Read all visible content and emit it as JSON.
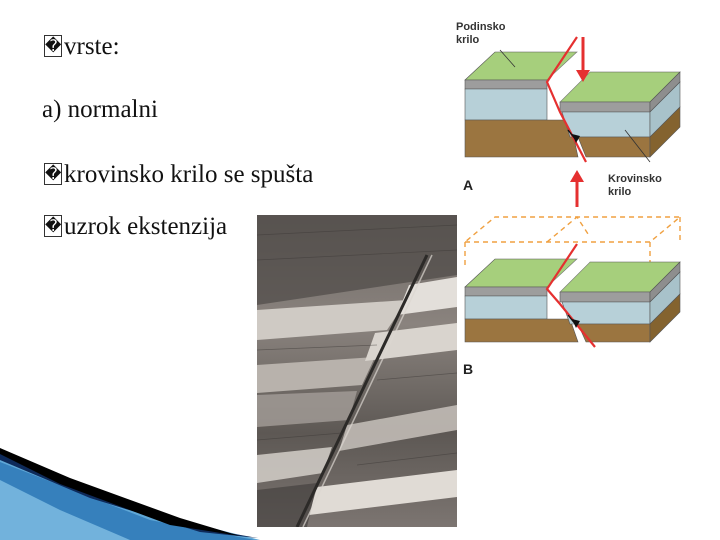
{
  "text": {
    "bullet_glyph": "�",
    "line1": "vrste:",
    "line2": "a) normalni",
    "line3": "krovinsko krilo se spušta",
    "line4": "uzrok ekstenzija"
  },
  "diagram": {
    "label_footwall_1": "Podinsko",
    "label_footwall_2": "krilo",
    "label_hangingwall_1": "Krovinsko",
    "label_hangingwall_2": "krilo",
    "label_a": "A",
    "label_b": "B"
  },
  "colors": {
    "grass": "#a6cf7c",
    "gray_layer": "#9d9d9d",
    "blue_layer": "#b7d0d8",
    "brown_layer": "#9b7540",
    "fault": "#e53030",
    "dashed": "#f0a040"
  }
}
